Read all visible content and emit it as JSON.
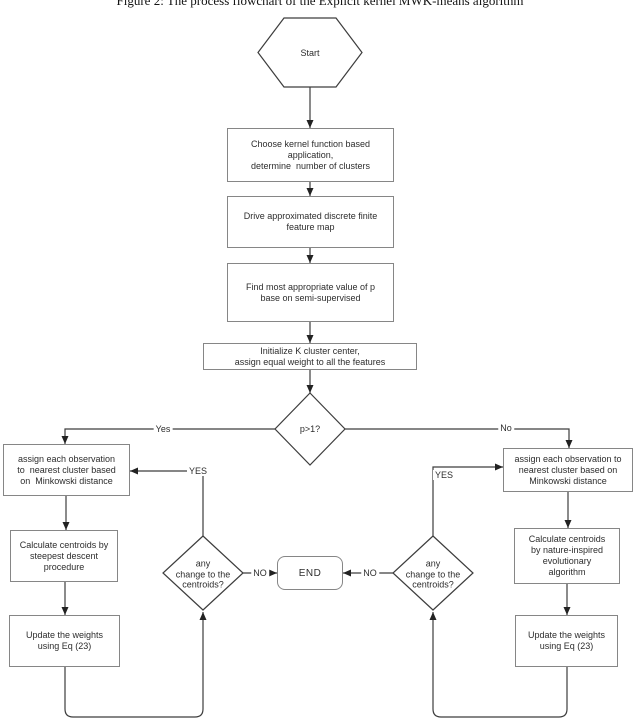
{
  "caption": "Figure 2: The process flowchart of the Explicit kernel MWK-means algorithm",
  "nodes": {
    "start": "Start",
    "choose_kernel": "Choose kernel function based\napplication,\ndetermine  number of clusters",
    "feature_map": "Drive approximated discrete finite\nfeature map",
    "find_p": "Find most appropriate value of p\nbase on semi-supervised",
    "initialize": "Initialize K cluster center,\nassign equal weight to all the features",
    "p_decision": "p>1?",
    "assign_left": "assign each observation\nto  nearest cluster based\non  Minkowski distance",
    "assign_right": "assign each observation to\nnearest cluster based on\nMinkowski distance",
    "centroids_left": "Calculate centroids by\nsteepest descent\nprocedure",
    "centroids_right": "Calculate centroids\nby nature-inspired\nevolutionary\nalgorithm",
    "update_left": "Update the weights\nusing Eq (23)",
    "update_right": "Update the weights\nusing Eq (23)",
    "change_left": "any\nchange to the\ncentroids?",
    "change_right": "any\nchange to the\ncentroids?",
    "end": "END"
  },
  "edge_labels": {
    "yes": "Yes",
    "no": "No",
    "yes_left": "YES",
    "yes_right": "YES",
    "no_left": "NO",
    "no_right": "NO"
  },
  "colors": {
    "line": "#3d3d3d",
    "box_border": "#868686",
    "text": "#2d2d2d",
    "background": "#ffffff"
  }
}
